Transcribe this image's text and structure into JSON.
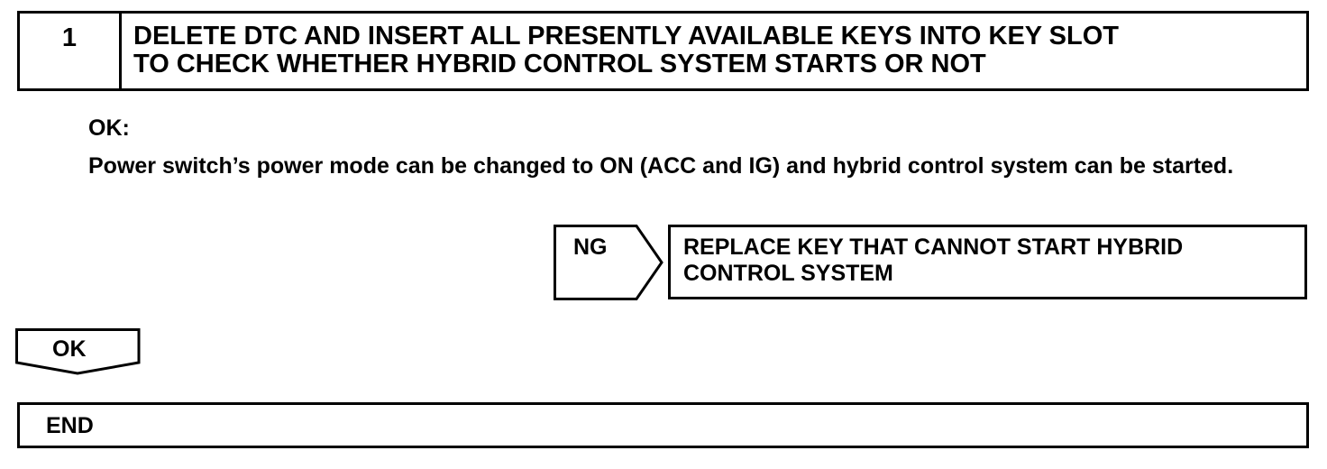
{
  "step": {
    "number": "1",
    "title": "DELETE DTC AND INSERT ALL PRESENTLY AVAILABLE KEYS INTO KEY SLOT\nTO CHECK WHETHER HYBRID CONTROL SYSTEM STARTS OR NOT"
  },
  "ok_result": {
    "heading": "OK:",
    "description": "Power switch’s power mode can be changed to ON (ACC and IG) and hybrid control system can be started."
  },
  "ng_branch": {
    "label": "NG",
    "action": "REPLACE KEY THAT CANNOT START HYBRID\nCONTROL SYSTEM"
  },
  "ok_branch": {
    "label": "OK"
  },
  "end": {
    "label": "END"
  }
}
